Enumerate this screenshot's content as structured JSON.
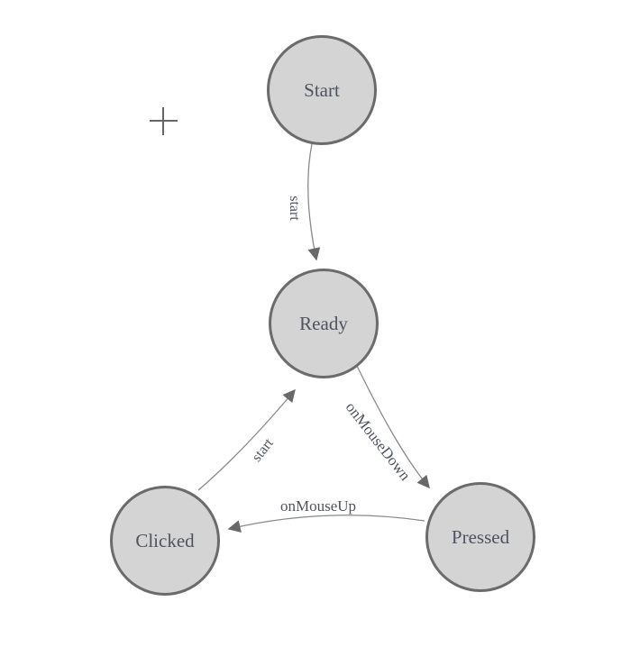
{
  "diagram": {
    "title": "mouse-state-machine",
    "type": "state-machine",
    "colors": {
      "background": "#ffffff",
      "node_fill": "#d4d4d4",
      "node_border": "#6b6b6b",
      "edge_stroke": "#8a8a8a",
      "arrowhead_fill": "#686868",
      "text": "#4e5360",
      "crosshair": "#666666"
    },
    "nodes": [
      {
        "id": "start",
        "label": "Start"
      },
      {
        "id": "ready",
        "label": "Ready"
      },
      {
        "id": "clicked",
        "label": "Clicked"
      },
      {
        "id": "pressed",
        "label": "Pressed"
      }
    ],
    "edges": [
      {
        "from": "Start",
        "to": "Ready",
        "label": "start"
      },
      {
        "from": "Ready",
        "to": "Pressed",
        "label": "onMouseDown"
      },
      {
        "from": "Pressed",
        "to": "Clicked",
        "label": "onMouseUp"
      },
      {
        "from": "Clicked",
        "to": "Ready",
        "label": "start"
      }
    ],
    "crosshair_marker": "plus"
  }
}
